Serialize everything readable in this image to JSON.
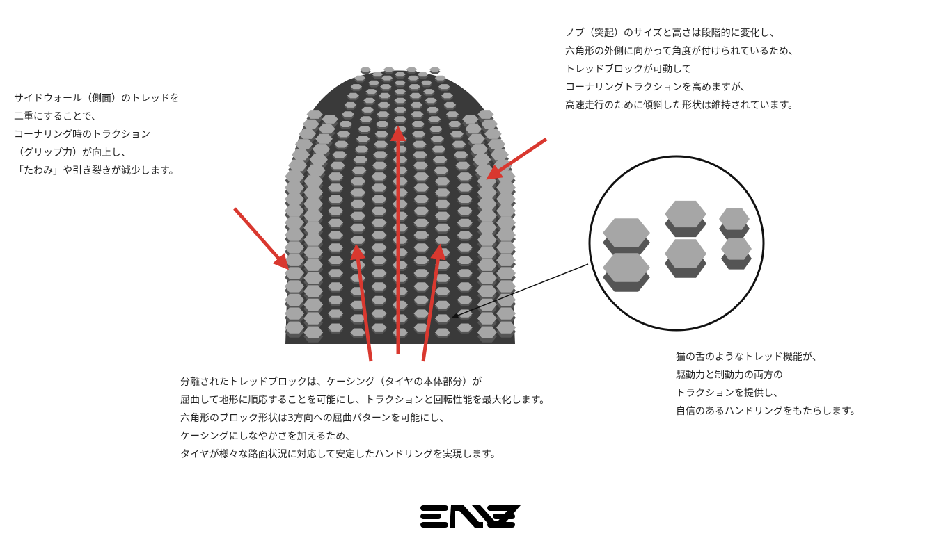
{
  "callouts": {
    "sidewall": [
      "サイドウォール（側面）のトレッドを",
      "二重にすることで、",
      "コーナリング時のトラクション",
      "（グリップ力）が向上し、",
      "「たわみ」や引き裂きが減少します。"
    ],
    "knobs": [
      "ノブ（突起）のサイズと高さは段階的に変化し、",
      "六角形の外側に向かって角度が付けられているため、",
      "トレッドブロックが可動して",
      "コーナリングトラクションを高めますが、",
      "高速走行のために傾斜した形状は維持されています。"
    ],
    "blocks": [
      "分離されたトレッドブロックは、ケーシング（タイヤの本体部分）が",
      "屈曲して地形に順応することを可能にし、トラクションと回転性能を最大化します。",
      "六角形のブロック形状は3方向への屈曲パターンを可能にし、",
      "ケーシングにしなやかさを加えるため、",
      "タイヤが様々な路面状況に対応して安定したハンドリングを実現します。"
    ],
    "cat_tongue": [
      "猫の舌のようなトレッド機能が、",
      "駆動力と制動力の両方の",
      "トラクションを提供し、",
      "自信のあるハンドリングをもたらします。"
    ]
  },
  "logo": {
    "text": "ENVE"
  },
  "colors": {
    "arrow": "#d9382f",
    "tire": "#3a3a3a",
    "knob": "#a6a6a6",
    "knob_side": "#555555"
  }
}
